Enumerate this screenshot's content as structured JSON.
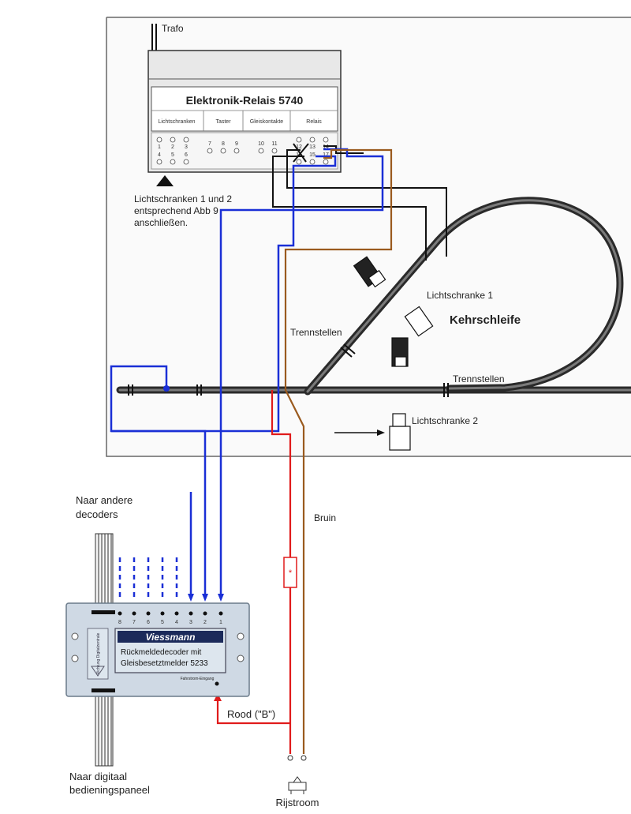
{
  "colors": {
    "blue": "#1a2fd6",
    "brown": "#9a5a1e",
    "red": "#e01b1b",
    "black": "#111111",
    "track": "#2a2a2a",
    "panel_bg": "#f2f2f2",
    "decoder_bg": "#cfd9e4"
  },
  "relay": {
    "trafo_label": "Trafo",
    "title": "Elektronik-Relais 5740",
    "sections": [
      "Lichtschranken",
      "Taster",
      "Gleiskontakte",
      "Relais"
    ],
    "terminals": [
      "1",
      "2",
      "3",
      "4",
      "5",
      "6",
      "7",
      "8",
      "9",
      "10",
      "11",
      "12",
      "13",
      "14",
      "15",
      "16",
      "17"
    ],
    "note_lines": [
      "Lichtschranken 1 und 2",
      "entsprechend Abb 9",
      "anschließen."
    ]
  },
  "layout_labels": {
    "lichtschranke1": "Lichtschranke 1",
    "lichtschranke2": "Lichtschranke 2",
    "kehrschleife": "Kehrschleife",
    "trennstellen_left": "Trennstellen",
    "trennstellen_right": "Trennstellen"
  },
  "decoder": {
    "brand": "Viessmann",
    "model_line1": "Rückmeldedecoder mit",
    "model_line2": "Gleisbesetztmelder  5233",
    "input_label": "Fahrstrom-Eingang",
    "side_label": "Richtung Digitalzentrale",
    "pins": [
      "8",
      "7",
      "6",
      "5",
      "4",
      "3",
      "2",
      "1"
    ]
  },
  "wire_labels": {
    "naar_andere_line1": "Naar andere",
    "naar_andere_line2": "decoders",
    "bruin": "Bruin",
    "rood": "Rood (\"B\")",
    "naar_digitaal_line1": "Naar digitaal",
    "naar_digitaal_line2": "bedieningspaneel",
    "rijstroom": "Rijstroom"
  }
}
